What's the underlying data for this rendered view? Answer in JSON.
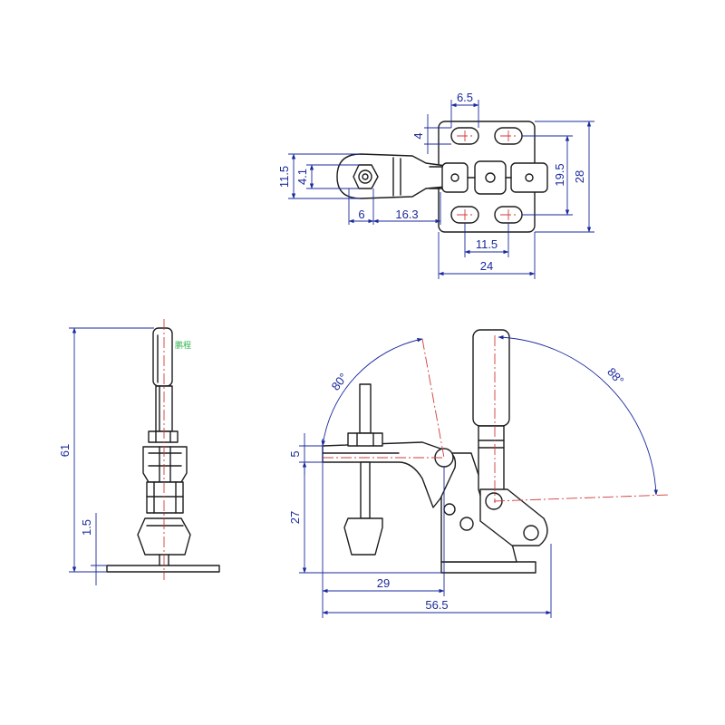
{
  "colors": {
    "outline": "#1c1c1c",
    "dimension": "#1a2a9c",
    "centerline": "#d23a3a",
    "note": "#2fb34a"
  },
  "top_view": {
    "dim_slot_pitch_x": "6.5",
    "dim_slot_height": "4",
    "dim_arm_width": "11.5",
    "dim_hole_dia": "4.1",
    "dim_offset_a": "6",
    "dim_offset_b": "16.3",
    "dim_hole_spacing_y": "19.5",
    "dim_base_length": "28",
    "dim_hole_spacing_x": "11.5",
    "dim_base_width": "24"
  },
  "side_view": {
    "dim_total_height": "61",
    "dim_base_thickness": "1.5",
    "note_mark": "鹏程"
  },
  "front_view": {
    "angle_arm": "80°",
    "angle_handle": "88°",
    "dim_arm_thickness": "5",
    "dim_arm_height": "27",
    "dim_spindle_reach": "29",
    "dim_overall_length": "56.5"
  }
}
